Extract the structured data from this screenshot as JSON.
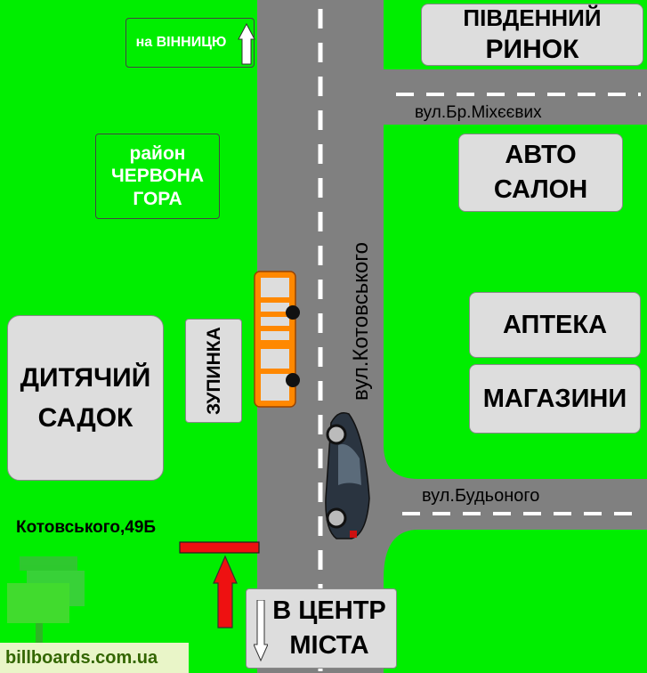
{
  "to_vinnytsia": "на ВІННИЦЮ",
  "district": {
    "line1": "район",
    "line2": "ЧЕРВОНА",
    "line3": "ГОРА"
  },
  "kindergarten": {
    "line1": "ДИТЯЧИЙ",
    "line2": "САДОК"
  },
  "bus_stop": "ЗУПИНКА",
  "market": {
    "line1": "ПІВДЕННИЙ",
    "line2": "РИНОК"
  },
  "auto_salon": {
    "line1": "АВТО",
    "line2": "САЛОН"
  },
  "pharmacy": "АПТЕКА",
  "shops": "МАГАЗИНИ",
  "street_main": "вул.Котовського",
  "street_mikheevykh": "вул.Бр.Міхєєвих",
  "street_budyonnoho": "вул.Будьоного",
  "address": "Котовського,49Б",
  "to_center": {
    "line1": "В ЦЕНТР",
    "line2": "МІСТА"
  },
  "watermark": "billboards.com.ua",
  "colors": {
    "grass": "#00ee00",
    "road": "#808080",
    "billboard": "#ee1111",
    "bus": "#ff8800",
    "car": "#2a3440"
  }
}
